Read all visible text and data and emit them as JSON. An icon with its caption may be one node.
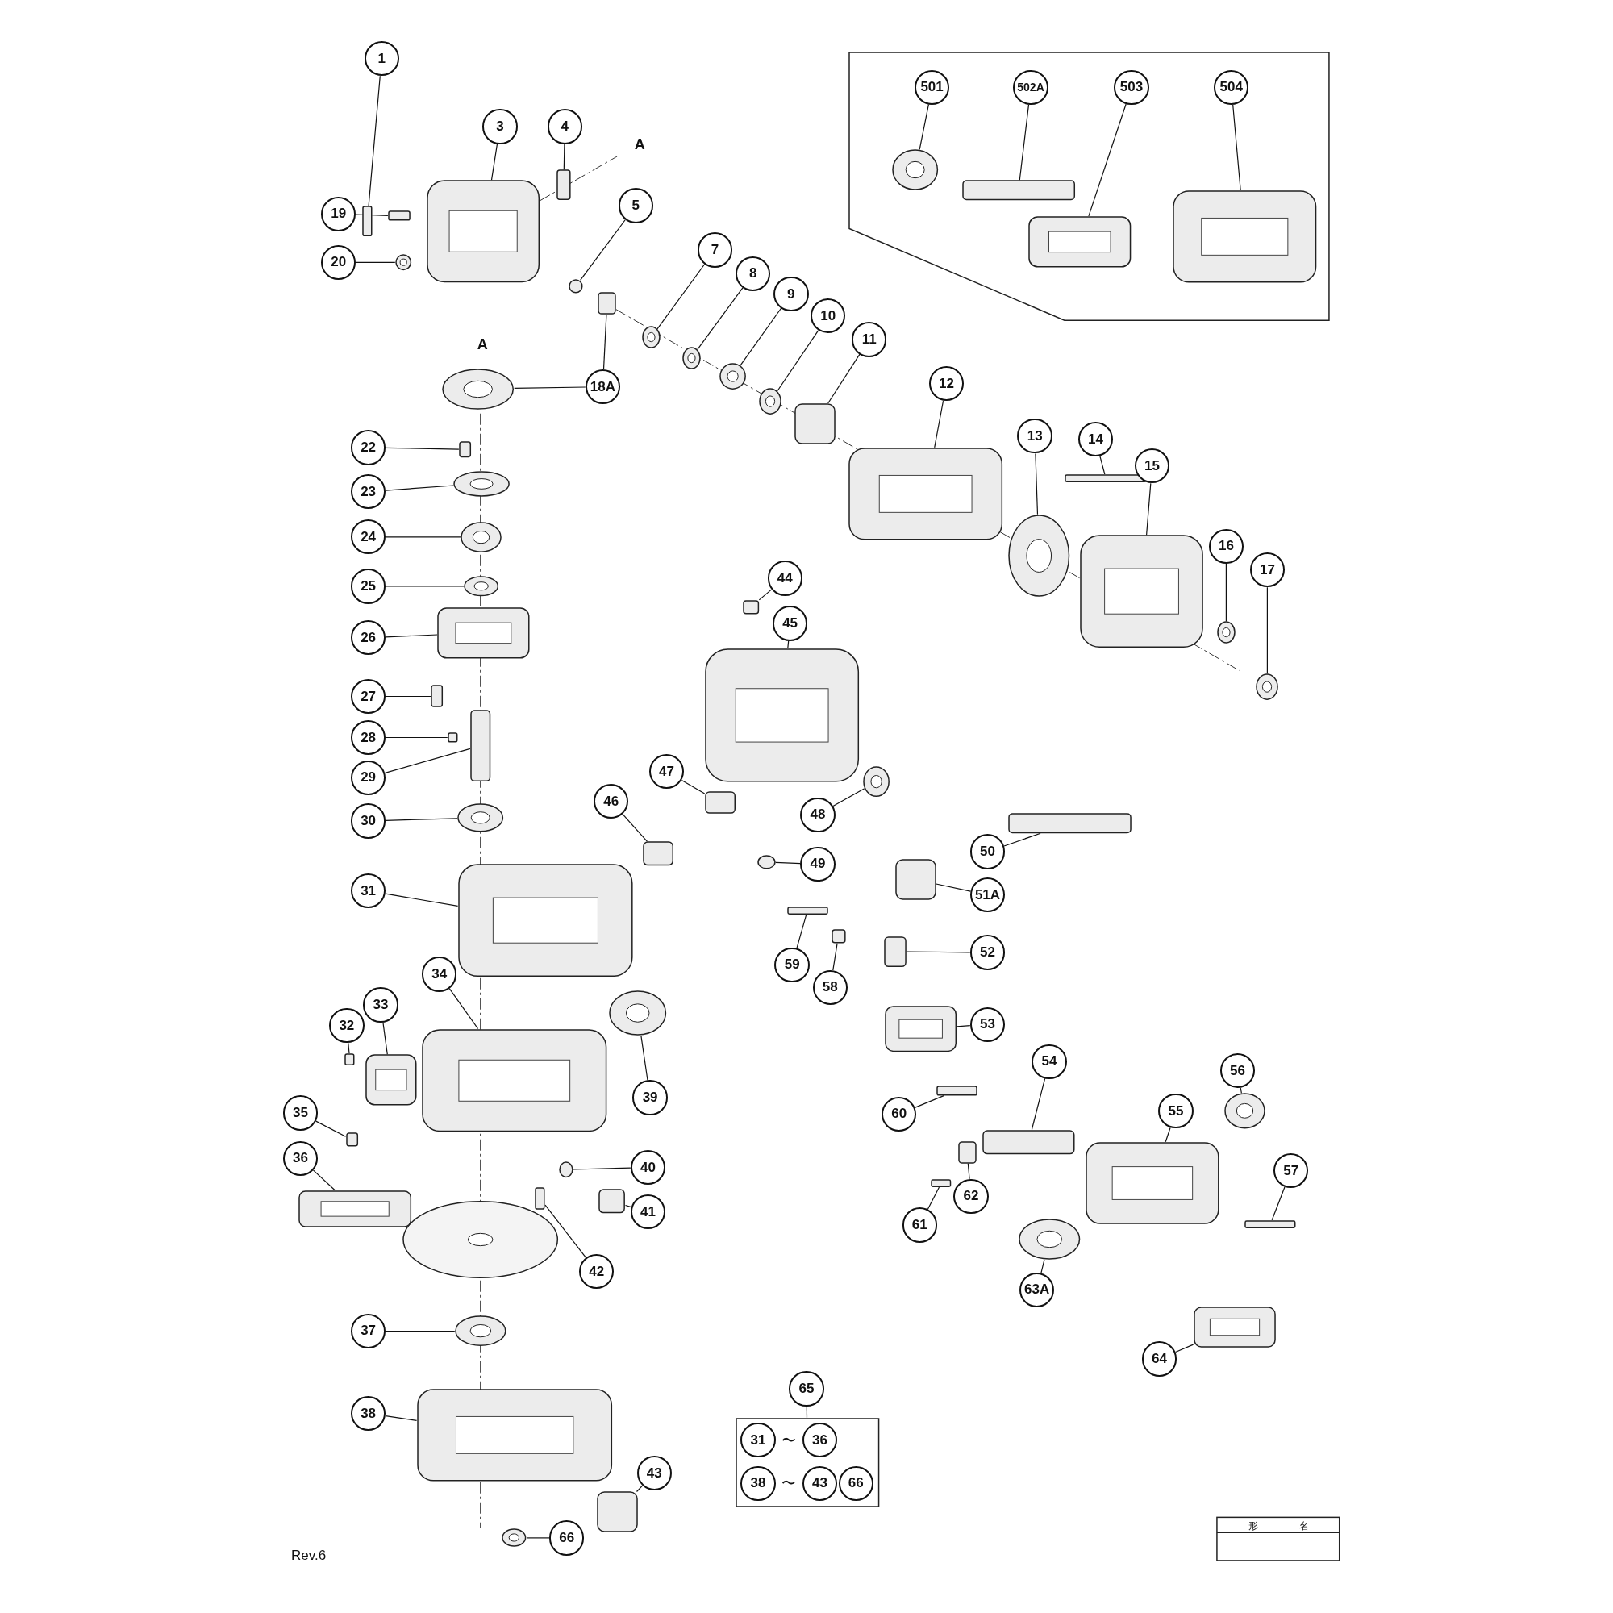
{
  "diagram": {
    "nodes": [
      {
        "text": [
          "1"
        ]
      },
      {
        "text": [
          "3"
        ]
      },
      {
        "text": [
          "4"
        ]
      },
      {
        "text": [
          "19"
        ]
      },
      {
        "text": [
          "20"
        ]
      },
      {
        "text": [
          "5"
        ]
      },
      {
        "text": [
          "18A"
        ]
      },
      {
        "text": [
          "7"
        ]
      },
      {
        "text": [
          "8"
        ]
      },
      {
        "text": [
          "9"
        ]
      },
      {
        "text": [
          "10"
        ]
      },
      {
        "text": [
          "11"
        ]
      },
      {
        "text": [
          "12"
        ]
      },
      {
        "text": [
          "13"
        ]
      },
      {
        "text": [
          "14"
        ]
      },
      {
        "text": [
          "15"
        ]
      },
      {
        "text": [
          "16"
        ]
      },
      {
        "text": [
          "17"
        ]
      },
      {
        "text": [
          "22"
        ]
      },
      {
        "text": [
          "23"
        ]
      },
      {
        "text": [
          "24"
        ]
      },
      {
        "text": [
          "25"
        ]
      },
      {
        "text": [
          "26"
        ]
      },
      {
        "text": [
          "27"
        ]
      },
      {
        "text": [
          "28"
        ]
      },
      {
        "text": [
          "29"
        ]
      },
      {
        "text": [
          "30"
        ]
      },
      {
        "text": [
          "31"
        ]
      },
      {
        "text": [
          "34"
        ]
      },
      {
        "text": [
          "32"
        ]
      },
      {
        "text": [
          "33"
        ]
      },
      {
        "text": [
          "35"
        ]
      },
      {
        "text": [
          "36"
        ]
      },
      {
        "text": [
          "39"
        ]
      },
      {
        "text": [
          "40"
        ]
      },
      {
        "text": [
          "41"
        ]
      },
      {
        "text": [
          "42"
        ]
      },
      {
        "text": [
          "37"
        ]
      },
      {
        "text": [
          "38"
        ]
      },
      {
        "text": [
          "43"
        ]
      },
      {
        "text": [
          "66"
        ]
      },
      {
        "text": [
          "44"
        ]
      },
      {
        "text": [
          "45"
        ]
      },
      {
        "text": [
          "47"
        ]
      },
      {
        "text": [
          "46"
        ]
      },
      {
        "text": [
          "48"
        ]
      },
      {
        "text": [
          "49"
        ]
      },
      {
        "text": [
          "50"
        ]
      },
      {
        "text": [
          "51A"
        ]
      },
      {
        "text": [
          "52"
        ]
      },
      {
        "text": [
          "59"
        ]
      },
      {
        "text": [
          "58"
        ]
      },
      {
        "text": [
          "53"
        ]
      },
      {
        "text": [
          "54"
        ]
      },
      {
        "text": [
          "55"
        ]
      },
      {
        "text": [
          "56"
        ]
      },
      {
        "text": [
          "57"
        ]
      },
      {
        "text": [
          "60"
        ]
      },
      {
        "text": [
          "61"
        ]
      },
      {
        "text": [
          "62"
        ]
      },
      {
        "text": [
          "63A"
        ]
      },
      {
        "text": [
          "64"
        ]
      },
      {
        "text": [
          "65"
        ]
      },
      {
        "text": [],
        "shape": "box"
      },
      {
        "text": [
          "501"
        ],
        "in": 63
      },
      {
        "text": [
          "502A"
        ],
        "in": 63
      },
      {
        "text": [
          "503"
        ],
        "in": 63
      },
      {
        "text": [
          "504"
        ],
        "in": 63
      },
      {
        "text": [],
        "shape": "box"
      },
      {
        "text": [
          "31"
        ],
        "in": 68
      },
      {
        "text": [
          "36"
        ],
        "in": 68
      },
      {
        "text": [
          "38"
        ],
        "in": 68
      },
      {
        "text": [
          "43"
        ],
        "in": 68
      },
      {
        "text": [
          "66"
        ],
        "in": 68
      },
      {
        "text": [],
        "shape": "box"
      },
      {
        "text": [],
        "shape": "box"
      },
      {
        "text": [],
        "shape": "box"
      },
      {
        "text": [],
        "shape": "box"
      },
      {
        "text": [],
        "shape": "circle"
      },
      {
        "text": [],
        "shape": "circle"
      },
      {
        "text": [],
        "shape": "box"
      },
      {
        "text": [],
        "shape": "circle"
      },
      {
        "text": [],
        "shape": "circle"
      },
      {
        "text": [],
        "shape": "circle"
      },
      {
        "text": [],
        "shape": "circle"
      },
      {
        "text": [],
        "shape": "box"
      },
      {
        "text": [],
        "shape": "box"
      },
      {
        "text": [],
        "shape": "circle"
      },
      {
        "text": [],
        "shape": "box"
      },
      {
        "text": [],
        "shape": "box"
      },
      {
        "text": [],
        "shape": "circle"
      },
      {
        "text": [],
        "shape": "circle"
      },
      {
        "text": [],
        "shape": "box"
      },
      {
        "text": [],
        "shape": "circle"
      },
      {
        "text": [],
        "shape": "circle"
      },
      {
        "text": [],
        "shape": "circle"
      },
      {
        "text": [],
        "shape": "box"
      },
      {
        "text": [],
        "shape": "box"
      },
      {
        "text": [],
        "shape": "box"
      },
      {
        "text": [],
        "shape": "box"
      },
      {
        "text": [],
        "shape": "circle"
      },
      {
        "text": [],
        "shape": "box"
      },
      {
        "text": [],
        "shape": "box"
      },
      {
        "text": [],
        "shape": "box"
      },
      {
        "text": [],
        "shape": "box"
      },
      {
        "text": [],
        "shape": "box"
      },
      {
        "text": [],
        "shape": "box"
      },
      {
        "text": [],
        "shape": "circle"
      },
      {
        "text": [],
        "shape": "circle"
      },
      {
        "text": [],
        "shape": "box"
      },
      {
        "text": [],
        "shape": "box"
      },
      {
        "text": [],
        "shape": "circle"
      },
      {
        "text": [],
        "shape": "box"
      },
      {
        "text": [],
        "shape": "box"
      },
      {
        "text": [],
        "shape": "circle"
      },
      {
        "text": [],
        "shape": "box"
      },
      {
        "text": [],
        "shape": "box"
      },
      {
        "text": [],
        "shape": "box"
      },
      {
        "text": [],
        "shape": "box"
      },
      {
        "text": [],
        "shape": "circle"
      },
      {
        "text": [],
        "shape": "circle"
      },
      {
        "text": [],
        "shape": "box"
      },
      {
        "text": [],
        "shape": "box"
      },
      {
        "text": [],
        "shape": "box"
      },
      {
        "text": [],
        "shape": "box"
      },
      {
        "text": [],
        "shape": "box"
      },
      {
        "text": [],
        "shape": "box"
      },
      {
        "text": [],
        "shape": "box"
      },
      {
        "text": [],
        "shape": "box"
      },
      {
        "text": [],
        "shape": "circle"
      },
      {
        "text": [],
        "shape": "box"
      },
      {
        "text": [],
        "shape": "box"
      },
      {
        "text": [],
        "shape": "box"
      },
      {
        "text": [],
        "shape": "box"
      },
      {
        "text": [],
        "shape": "circle"
      },
      {
        "text": [],
        "shape": "box"
      },
      {
        "text": [],
        "shape": "circle"
      },
      {
        "text": [],
        "shape": "circle",
        "in": 63
      },
      {
        "text": [],
        "shape": "box",
        "in": 63
      },
      {
        "text": [],
        "shape": "box",
        "in": 63
      },
      {
        "text": [],
        "shape": "box",
        "in": 63
      }
    ],
    "edges": [
      {
        "from": 0,
        "to": 74,
        "arrow": "none"
      },
      {
        "from": 1,
        "to": 75,
        "arrow": "none"
      },
      {
        "from": 2,
        "to": 76,
        "arrow": "none"
      },
      {
        "from": 3,
        "to": 77,
        "arrow": "none"
      },
      {
        "from": 4,
        "to": 78,
        "arrow": "none"
      },
      {
        "from": 5,
        "to": 79,
        "arrow": "none"
      },
      {
        "from": 6,
        "to": 80,
        "arrow": "none"
      },
      {
        "from": 7,
        "to": 81,
        "arrow": "none"
      },
      {
        "from": 8,
        "to": 82,
        "arrow": "none"
      },
      {
        "from": 9,
        "to": 83,
        "arrow": "none"
      },
      {
        "from": 10,
        "to": 84,
        "arrow": "none"
      },
      {
        "from": 11,
        "to": 85,
        "arrow": "none"
      },
      {
        "from": 12,
        "to": 86,
        "arrow": "none"
      },
      {
        "from": 13,
        "to": 87,
        "arrow": "none"
      },
      {
        "from": 14,
        "to": 88,
        "arrow": "none"
      },
      {
        "from": 15,
        "to": 89,
        "arrow": "none"
      },
      {
        "from": 16,
        "to": 90,
        "arrow": "none"
      },
      {
        "from": 17,
        "to": 91,
        "arrow": "none"
      },
      {
        "from": 18,
        "to": 92,
        "arrow": "none"
      },
      {
        "from": 19,
        "to": 93,
        "arrow": "none"
      },
      {
        "from": 20,
        "to": 94,
        "arrow": "none"
      },
      {
        "from": 21,
        "to": 95,
        "arrow": "none"
      },
      {
        "from": 22,
        "to": 96,
        "arrow": "none"
      },
      {
        "from": 23,
        "to": 97,
        "arrow": "none"
      },
      {
        "from": 24,
        "to": 98,
        "arrow": "none"
      },
      {
        "from": 25,
        "to": 99,
        "arrow": "none"
      },
      {
        "from": 26,
        "to": 100,
        "arrow": "none"
      },
      {
        "from": 27,
        "to": 101,
        "arrow": "none"
      },
      {
        "from": 28,
        "to": 102,
        "arrow": "none"
      },
      {
        "from": 29,
        "to": 103,
        "arrow": "none"
      },
      {
        "from": 30,
        "to": 104,
        "arrow": "none"
      },
      {
        "from": 31,
        "to": 105,
        "arrow": "none"
      },
      {
        "from": 32,
        "to": 106,
        "arrow": "none"
      },
      {
        "from": 33,
        "to": 107,
        "arrow": "none"
      },
      {
        "from": 34,
        "to": 108,
        "arrow": "none"
      },
      {
        "from": 35,
        "to": 109,
        "arrow": "none"
      },
      {
        "from": 36,
        "to": 110,
        "arrow": "none"
      },
      {
        "from": 37,
        "to": 111,
        "arrow": "none"
      },
      {
        "from": 38,
        "to": 112,
        "arrow": "none"
      },
      {
        "from": 39,
        "to": 113,
        "arrow": "none"
      },
      {
        "from": 40,
        "to": 114,
        "arrow": "none"
      },
      {
        "from": 41,
        "to": 115,
        "arrow": "none"
      },
      {
        "from": 42,
        "to": 116,
        "arrow": "none"
      },
      {
        "from": 43,
        "to": 117,
        "arrow": "none"
      },
      {
        "from": 44,
        "to": 118,
        "arrow": "none"
      },
      {
        "from": 45,
        "to": 119,
        "arrow": "none"
      },
      {
        "from": 46,
        "to": 120,
        "arrow": "none"
      },
      {
        "from": 47,
        "to": 121,
        "arrow": "none"
      },
      {
        "from": 48,
        "to": 122,
        "arrow": "none"
      },
      {
        "from": 49,
        "to": 123,
        "arrow": "none"
      },
      {
        "from": 50,
        "to": 124,
        "arrow": "none"
      },
      {
        "from": 51,
        "to": 125,
        "arrow": "none"
      },
      {
        "from": 52,
        "to": 126,
        "arrow": "none"
      },
      {
        "from": 53,
        "to": 127,
        "arrow": "none"
      },
      {
        "from": 54,
        "to": 128,
        "arrow": "none"
      },
      {
        "from": 55,
        "to": 129,
        "arrow": "none"
      },
      {
        "from": 56,
        "to": 130,
        "arrow": "none"
      },
      {
        "from": 57,
        "to": 131,
        "arrow": "none"
      },
      {
        "from": 58,
        "to": 132,
        "arrow": "none"
      },
      {
        "from": 59,
        "to": 133,
        "arrow": "none"
      },
      {
        "from": 60,
        "to": 134,
        "arrow": "none"
      },
      {
        "from": 61,
        "to": 135,
        "arrow": "none"
      },
      {
        "from": 6,
        "to": 136,
        "arrow": "none"
      },
      {
        "from": 62,
        "to": 68,
        "arrow": "none"
      },
      {
        "from": 64,
        "to": 137,
        "arrow": "none"
      },
      {
        "from": 65,
        "to": 138,
        "arrow": "none"
      },
      {
        "from": 66,
        "to": 139,
        "arrow": "none"
      },
      {
        "from": 67,
        "to": 140,
        "arrow": "none"
      }
    ],
    "labels": [
      "A",
      "A",
      "〜",
      "〜",
      "Rev.6",
      "形",
      "名"
    ]
  }
}
